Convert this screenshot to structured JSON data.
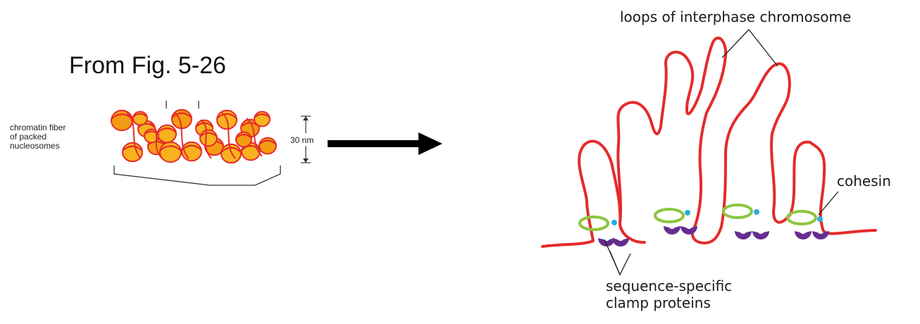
{
  "title": "From Fig. 5-26",
  "fiber_label": [
    "chromatin fiber",
    "of packed",
    "nucleosomes"
  ],
  "scale_label": "30 nm",
  "loops_label": "loops of interphase chromosome",
  "cohesin_label": "cohesin",
  "clamp_label": [
    "sequence-specific",
    "clamp proteins"
  ],
  "colors": {
    "dna": "#e52b2b",
    "nucleosome": "#f9b21d",
    "nucleosome_dark": "#f39c12",
    "cohesin": "#8dc63f",
    "clamp": "#662d91",
    "link": "#29abe2"
  }
}
